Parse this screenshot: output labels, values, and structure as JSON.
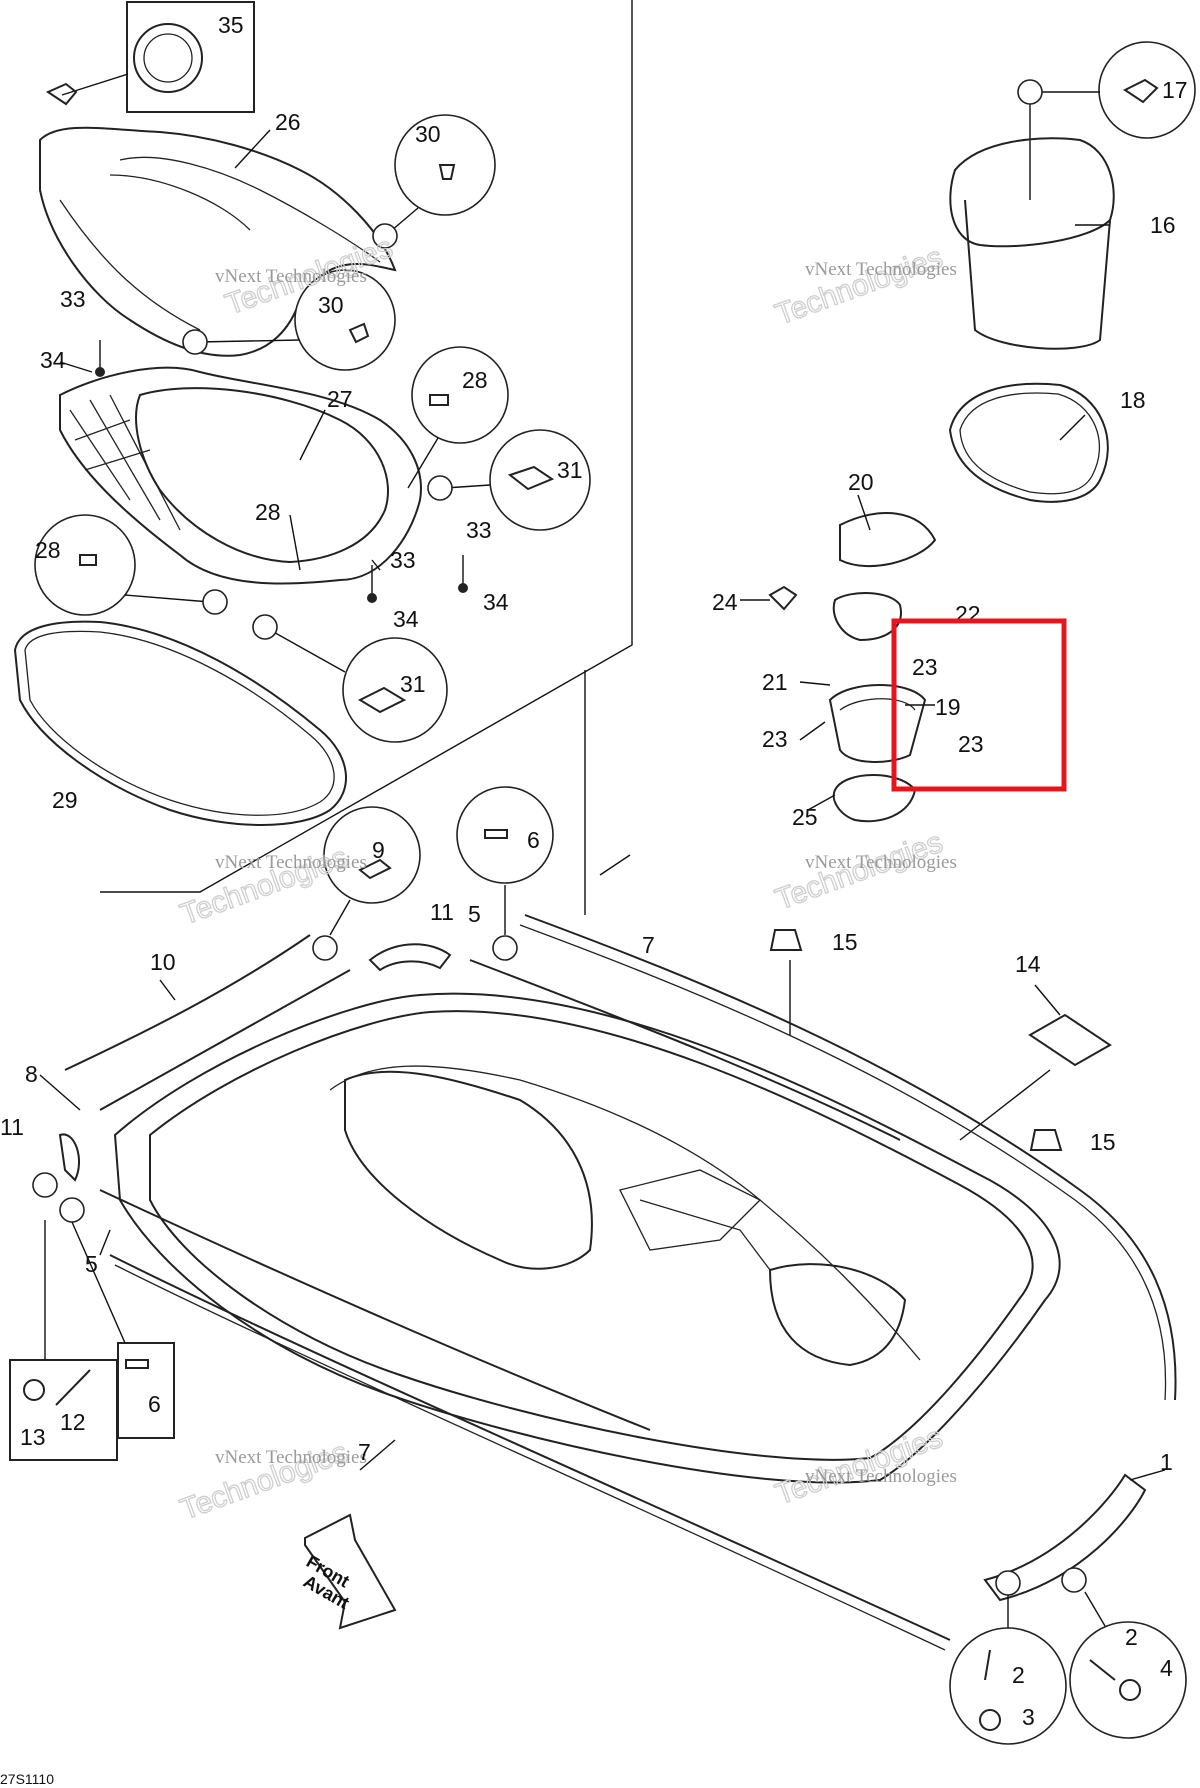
{
  "labels": {
    "n1": "1",
    "n2a": "2",
    "n2b": "2",
    "n3": "3",
    "n4": "4",
    "n5a": "5",
    "n5b": "5",
    "n6a": "6",
    "n6b": "6",
    "n7a": "7",
    "n7b": "7",
    "n8": "8",
    "n9": "9",
    "n10": "10",
    "n11a": "11",
    "n11b": "11",
    "n12": "12",
    "n13": "13",
    "n14": "14",
    "n15a": "15",
    "n15b": "15",
    "n16": "16",
    "n17": "17",
    "n18": "18",
    "n19": "19",
    "n20": "20",
    "n21": "21",
    "n22": "22",
    "n23a": "23",
    "n23b": "23",
    "n23c": "23",
    "n24": "24",
    "n25": "25",
    "n26": "26",
    "n27": "27",
    "n28a": "28",
    "n28b": "28",
    "n28c": "28",
    "n29": "29",
    "n30a": "30",
    "n30b": "30",
    "n31a": "31",
    "n31b": "31",
    "n33a": "33",
    "n33b": "33",
    "n33c": "33",
    "n34a": "34",
    "n34b": "34",
    "n34c": "34",
    "n35": "35"
  },
  "front_arrow": {
    "line1": "Front",
    "line2": "Avant"
  },
  "watermark": {
    "company": "vNext Technologies",
    "word": "Technologies"
  },
  "diagram_code": "27S1110",
  "highlight_color": "#e8141c"
}
